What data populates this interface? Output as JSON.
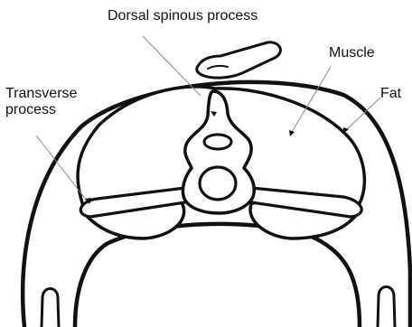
{
  "labels": {
    "dorsal": "Dorsal spinous process",
    "muscle": "Muscle",
    "fat": "Fat",
    "transverse": [
      "Transverse",
      "process"
    ]
  },
  "colors": {
    "outline": "#111111",
    "leader": "#8a8a8a",
    "background": "#ffffff"
  }
}
